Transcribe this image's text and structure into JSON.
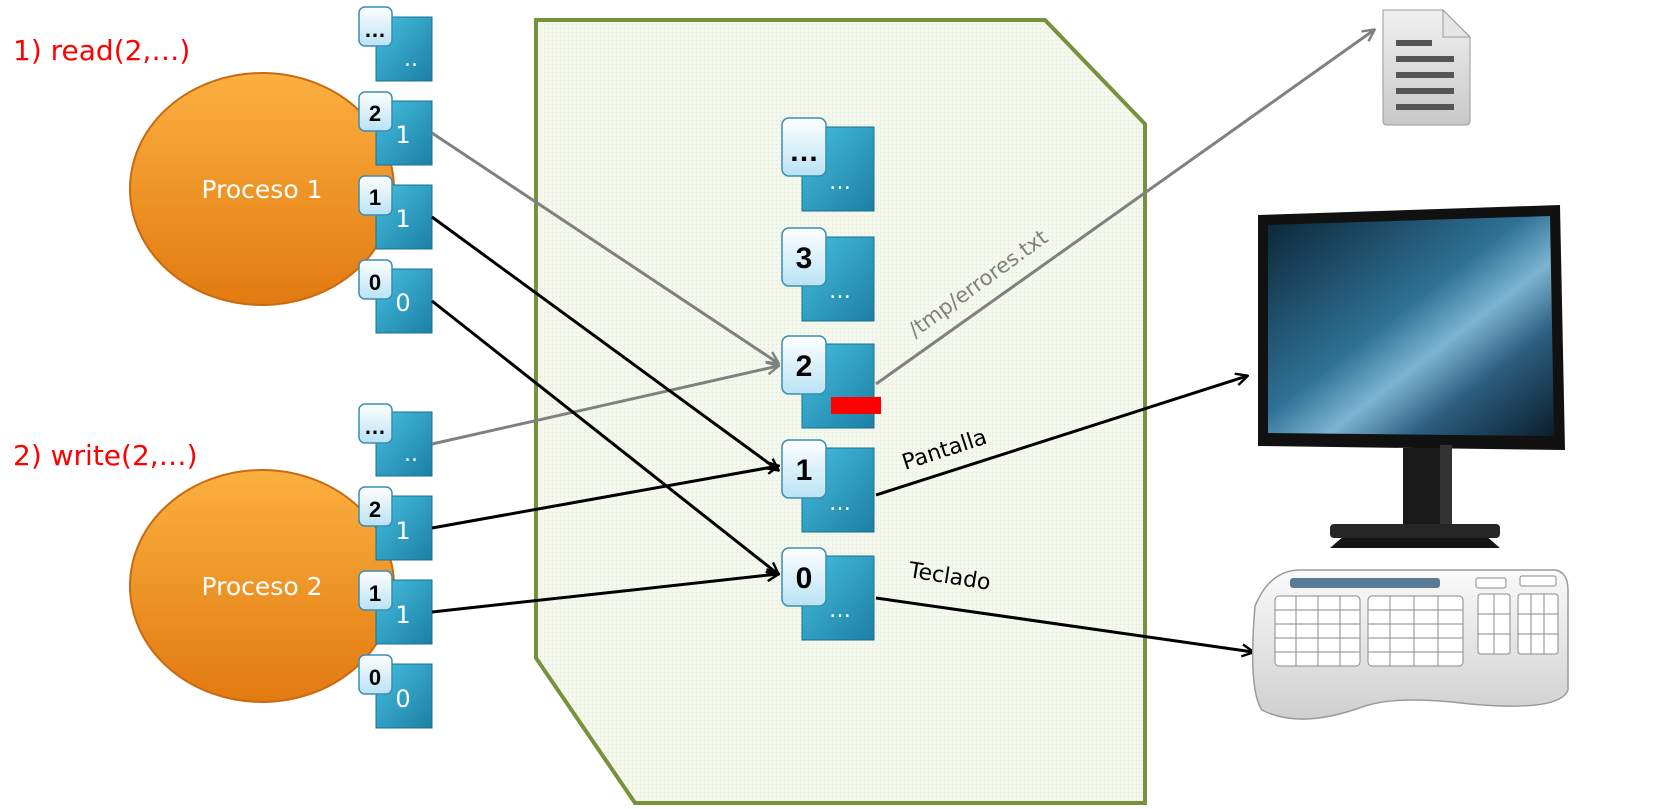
{
  "calls": {
    "read": "1) read(2,…)",
    "write": "2) write(2,…)"
  },
  "processes": [
    {
      "name": "Proceso 1",
      "fds": [
        {
          "tag": "…",
          "value": ".."
        },
        {
          "tag": "2",
          "value": "1"
        },
        {
          "tag": "1",
          "value": "1"
        },
        {
          "tag": "0",
          "value": "0"
        }
      ]
    },
    {
      "name": "Proceso 2",
      "fds": [
        {
          "tag": "…",
          "value": ".."
        },
        {
          "tag": "2",
          "value": "1"
        },
        {
          "tag": "1",
          "value": "1"
        },
        {
          "tag": "0",
          "value": "0"
        }
      ]
    }
  ],
  "open_file_table": [
    {
      "tag": "…",
      "value": "…"
    },
    {
      "tag": "3",
      "value": "…"
    },
    {
      "tag": "2",
      "value": "…"
    },
    {
      "tag": "1",
      "value": "…"
    },
    {
      "tag": "0",
      "value": "…"
    }
  ],
  "targets": {
    "file_path": "/tmp/errores.txt",
    "screen": "Pantalla",
    "keyboard": "Teclado"
  },
  "colors": {
    "call_text": "#ff0000",
    "process_fill": "#f5941f",
    "box_fill": "#2a9fc0",
    "tag_fill": "#dff1fa",
    "table_border": "#76923c",
    "table_fill": "#f2f7ea",
    "arrow_black": "#000000",
    "arrow_gray": "#808080",
    "error_mark": "#ff0000"
  },
  "icons": [
    "document-icon",
    "monitor-icon",
    "keyboard-icon"
  ]
}
